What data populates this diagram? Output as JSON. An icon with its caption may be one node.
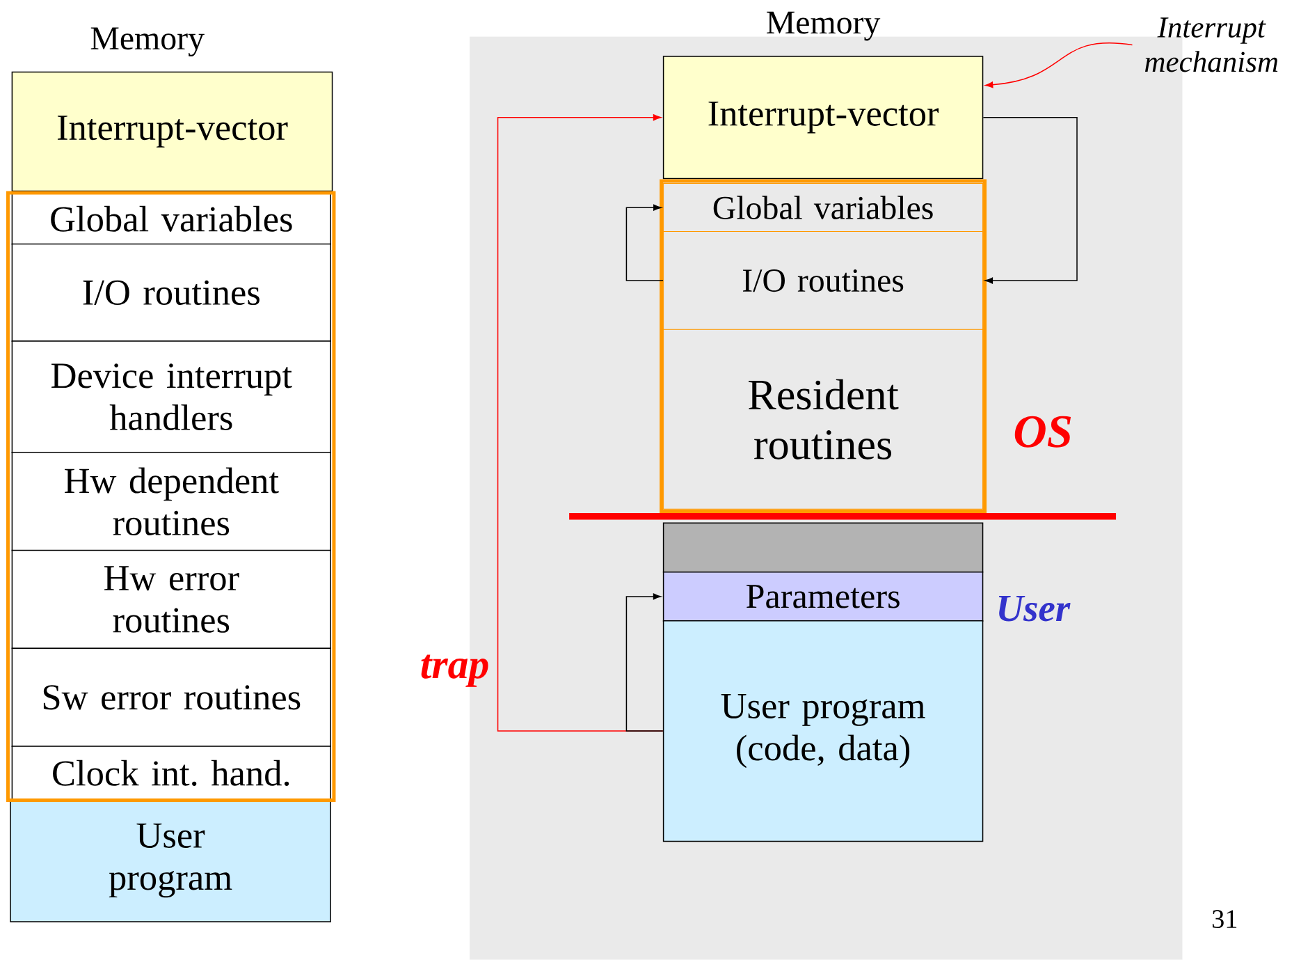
{
  "diagram": {
    "nodes": [
      {
        "text": [
          "Interrupt-vector"
        ],
        "beside": [
          "Memory"
        ]
      },
      {
        "text": [],
        "shape": "box"
      },
      {
        "text": [
          "Global variables"
        ],
        "in": 1
      },
      {
        "text": [
          "I/O routines"
        ],
        "in": 1
      },
      {
        "text": [
          "Device interrupt handlers"
        ],
        "in": 1
      },
      {
        "text": [
          "Hw dependent routines"
        ],
        "in": 1
      },
      {
        "text": [
          "Hw error routines"
        ],
        "in": 1
      },
      {
        "text": [
          "Sw error routines"
        ],
        "in": 1
      },
      {
        "text": [
          "Clock int. hand."
        ],
        "in": 1
      },
      {
        "text": [
          "User program"
        ]
      },
      {
        "text": [
          "Interrupt-vector"
        ],
        "beside": [
          "Memory"
        ]
      },
      {
        "text": [],
        "shape": "box"
      },
      {
        "text": [
          "Global variables"
        ],
        "in": 11
      },
      {
        "text": [
          "I/O routines"
        ],
        "in": 11
      },
      {
        "text": [
          "Resident routines"
        ],
        "in": 11
      },
      {
        "text": [],
        "shape": "box"
      },
      {
        "text": [
          "Parameters"
        ]
      },
      {
        "text": [
          "User program (code, data)"
        ]
      },
      {
        "text": [
          "Interrupt mechanism"
        ]
      }
    ],
    "edges": [
      {
        "from": 18,
        "to": 10,
        "arrow": "to",
        "color": "#ff0000"
      },
      {
        "from": 17,
        "to": 10,
        "arrow": "to",
        "label": "trap",
        "color": "#ff0000"
      },
      {
        "from": 10,
        "to": 13,
        "arrow": "to"
      },
      {
        "from": 13,
        "to": 12,
        "arrow": "to"
      },
      {
        "from": 17,
        "to": 16,
        "arrow": "to"
      }
    ],
    "labels": [
      "OS",
      "User",
      "31"
    ]
  }
}
